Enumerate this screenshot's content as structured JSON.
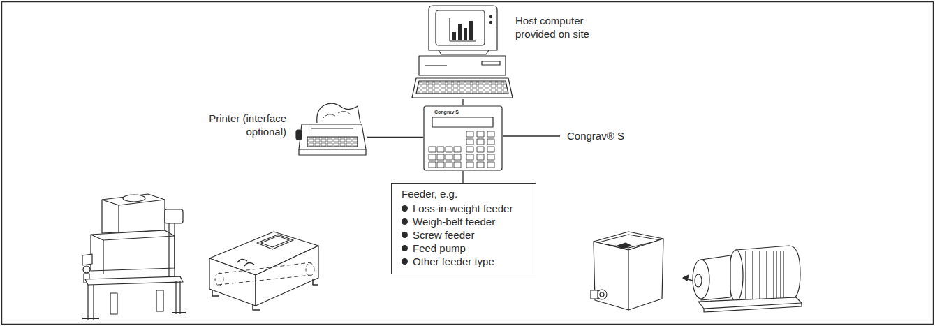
{
  "diagram": {
    "nodes": [
      {
        "text": [
          "Host computer provided on site"
        ]
      },
      {
        "text": [
          "Printer (interface optional)"
        ]
      },
      {
        "text": [
          "Congrav® S"
        ]
      },
      {
        "text": [
          "Feeder, e.g.",
          "Loss-in-weight feeder",
          "Weigh-belt feeder",
          "Screw feeder",
          "Feed pump",
          "Other feeder type"
        ]
      }
    ],
    "edges": [
      {
        "from": 0,
        "to": 2,
        "arrow": "none"
      },
      {
        "from": 1,
        "to": 2,
        "arrow": "none"
      },
      {
        "from": 2,
        "to": 3,
        "arrow": "none"
      }
    ],
    "labels": [
      "Congrav S"
    ]
  }
}
